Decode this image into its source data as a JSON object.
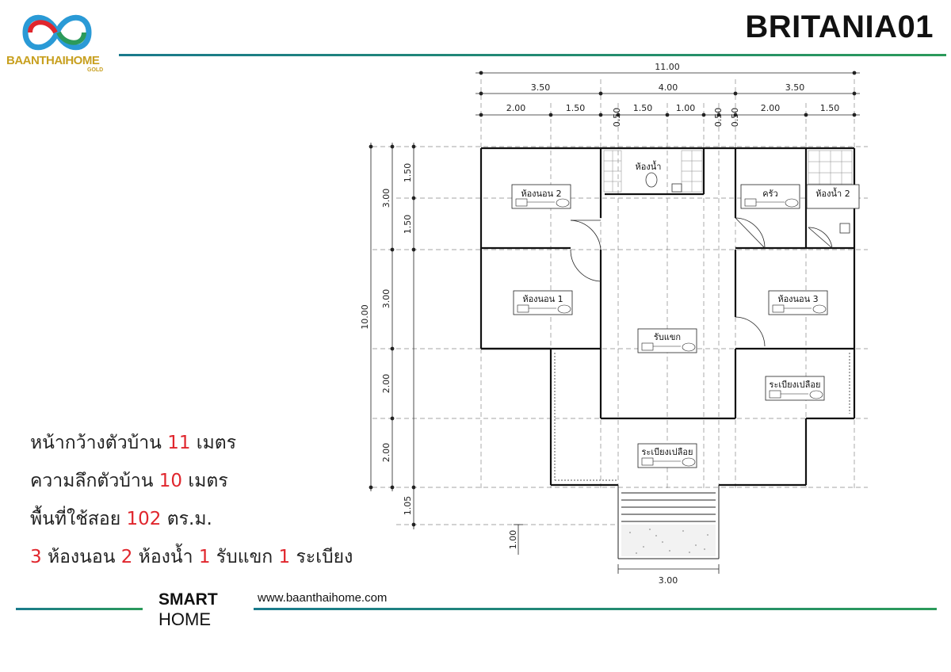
{
  "brand": {
    "name": "BAANTHAIHOME",
    "sub": "GOLD"
  },
  "title": "BRITANIA01",
  "info": {
    "line1": {
      "pre": "หน้ากว้างตัวบ้าน ",
      "num": "11",
      "post": " เมตร"
    },
    "line2": {
      "pre": "ความลึกตัวบ้าน ",
      "num": "10",
      "post": " เมตร"
    },
    "line3": {
      "pre": "พื้นที่ใช้สอย ",
      "num": "102",
      "post": " ตร.ม."
    },
    "line4": {
      "n1": "3",
      "t1": " ห้องนอน ",
      "n2": "2",
      "t2": " ห้องน้ำ ",
      "n3": "1",
      "t3": " รับแขก ",
      "n4": "1",
      "t4": " ระเบียง"
    }
  },
  "plan": {
    "dims_top_total": "11.00",
    "dims_top_mid": [
      "3.50",
      "4.00",
      "3.50"
    ],
    "dims_top_small": [
      "2.00",
      "1.50",
      "0.50",
      "1.50",
      "1.00",
      "0.50",
      "0.50",
      "2.00",
      "1.50"
    ],
    "dims_left_total": "10.00",
    "dims_left_mid": [
      "3.00",
      "3.00",
      "2.00",
      "2.00"
    ],
    "dims_left_small": [
      "1.50",
      "1.50",
      "1.05"
    ],
    "dim_step": "1.00",
    "dim_bottom": "3.00",
    "rooms": {
      "bed2": "ห้องนอน 2",
      "bath1": "ห้องน้ำ",
      "kitchen": "ครัว",
      "bath2": "ห้องน้ำ 2",
      "bed1": "ห้องนอน 1",
      "bed3": "ห้องนอน 3",
      "living": "รับแขก",
      "balcony_right": "ระเบียงเปลือย",
      "balcony_front": "ระเบียงเปลือย"
    }
  },
  "footer": {
    "smart": "SMART",
    "home": "HOME",
    "url": "www.baanthaihome.com"
  }
}
